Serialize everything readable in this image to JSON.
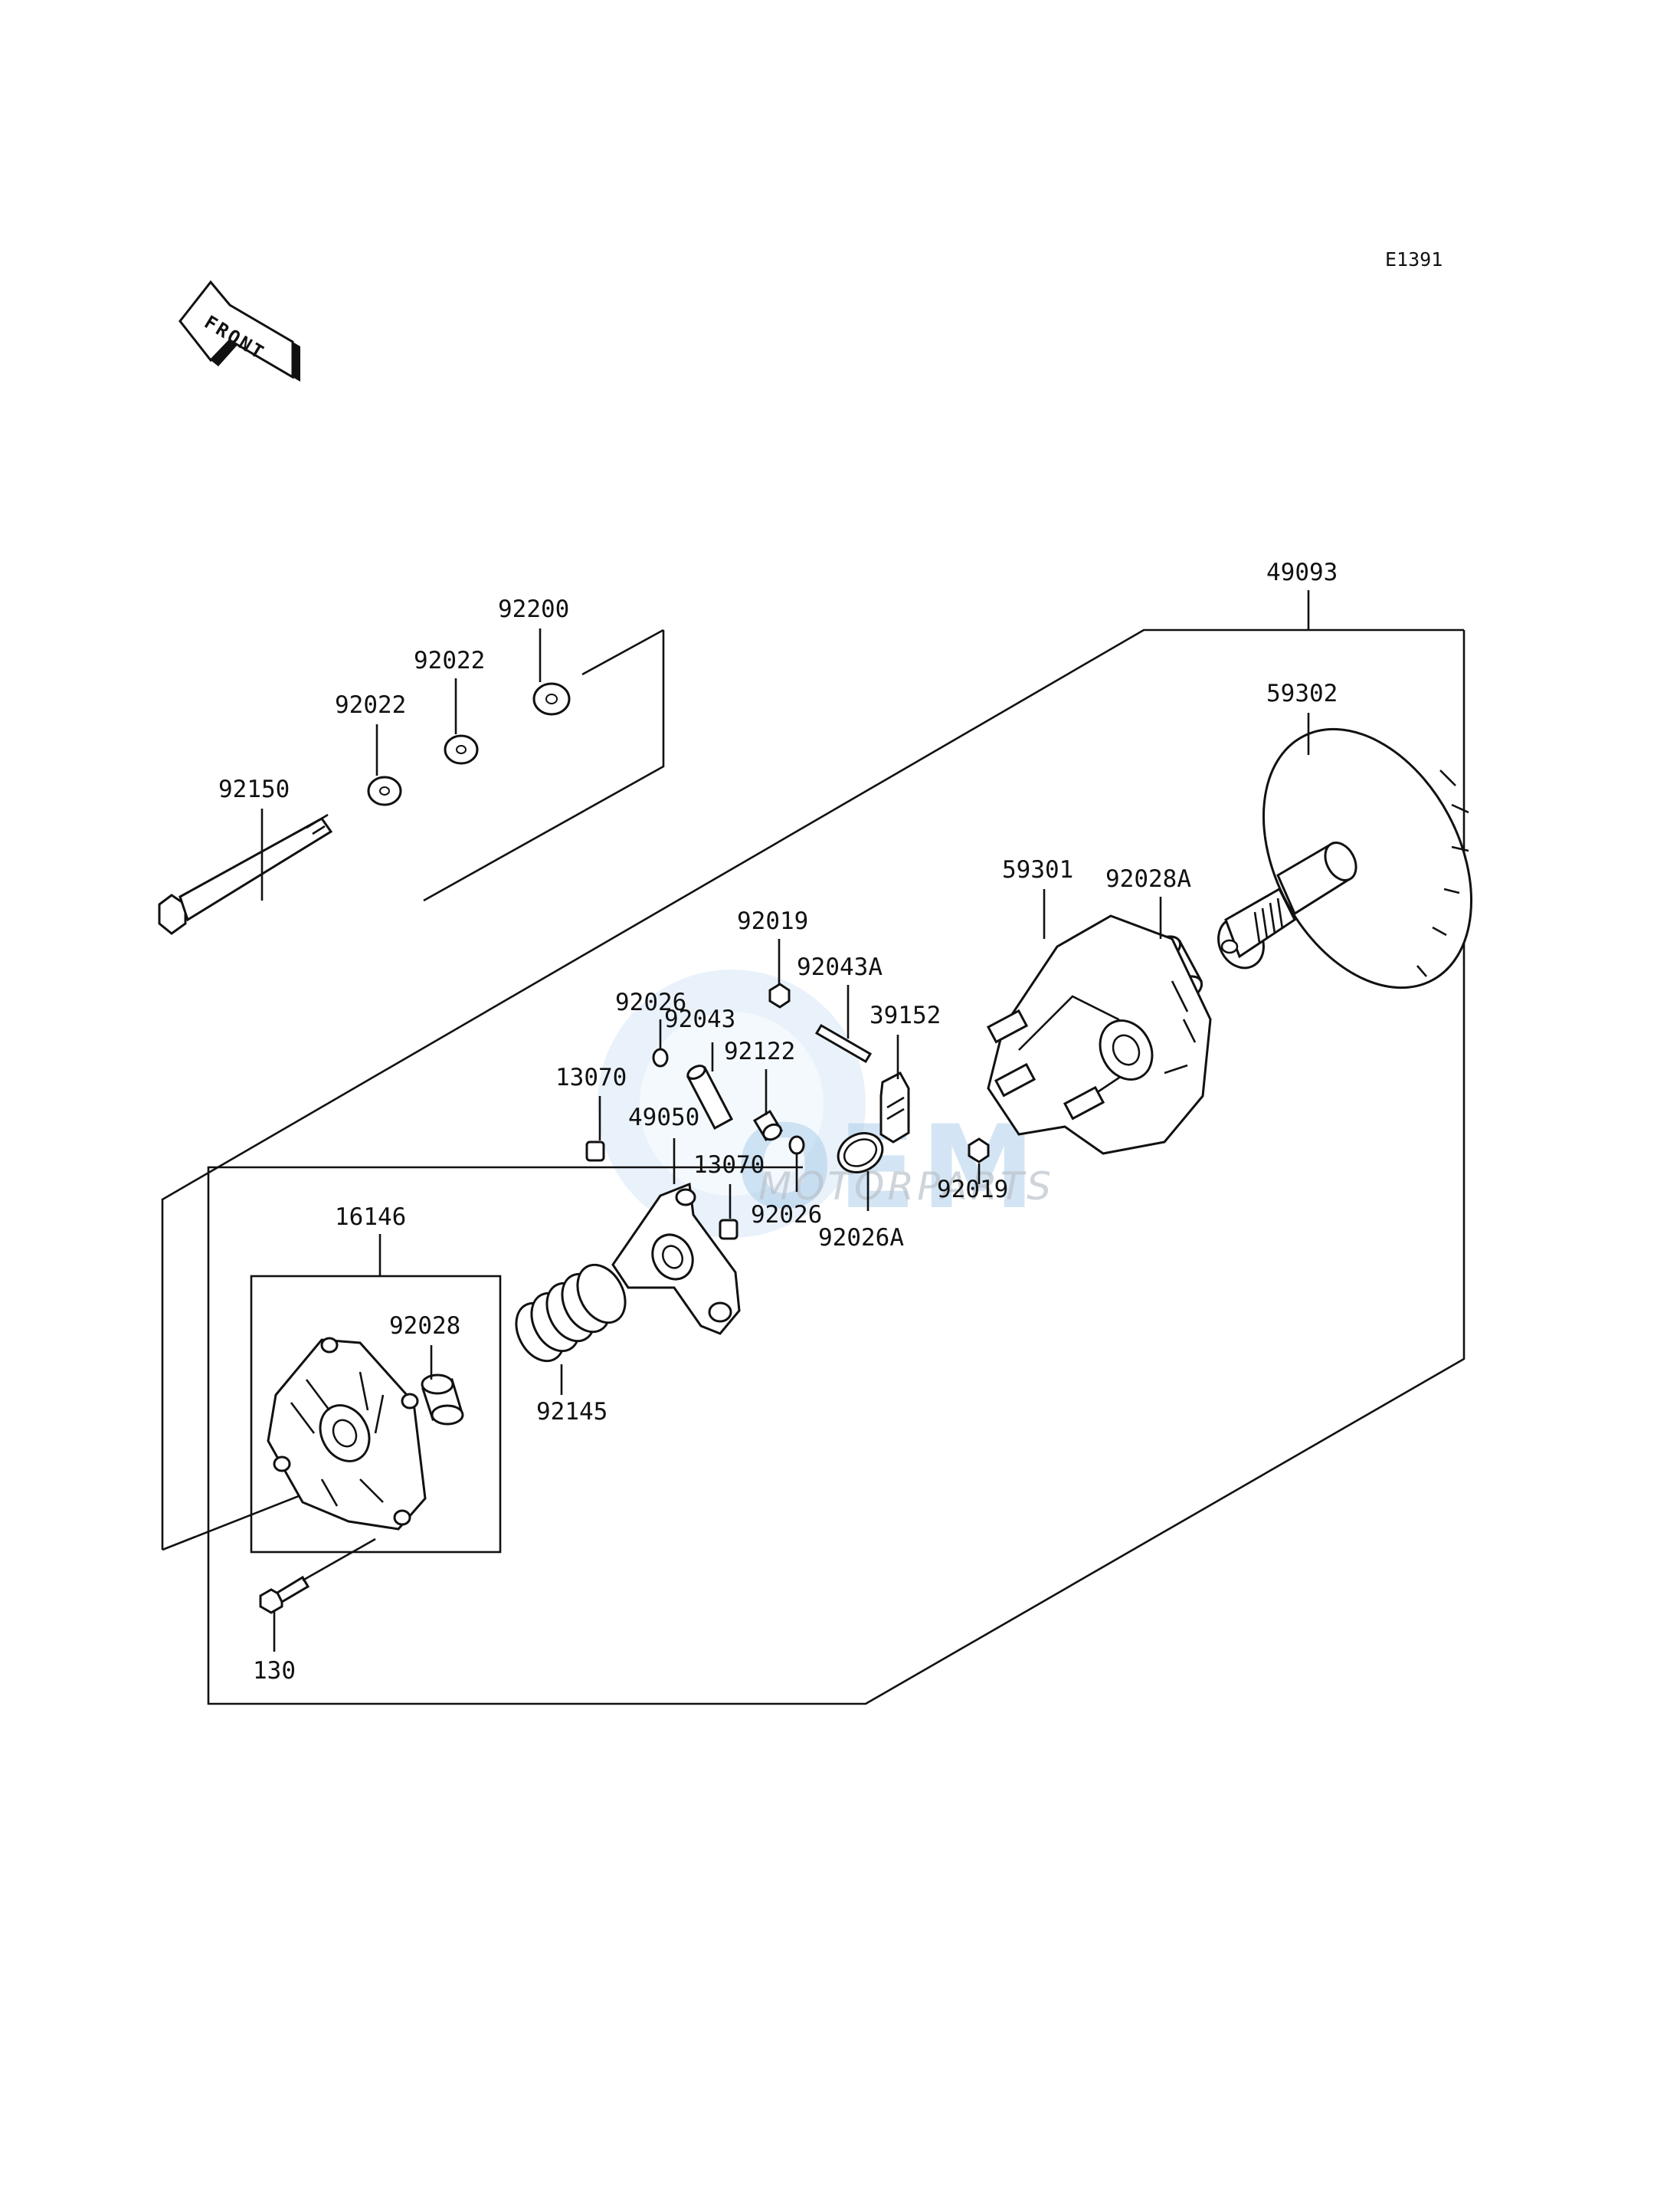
{
  "diagram": {
    "code": "E1391",
    "front_label": "FRONT",
    "watermark": {
      "main": "OEM",
      "sub": "MOTORPARTS"
    }
  },
  "parts": {
    "p49093": "49093",
    "p59302": "59302",
    "p59301": "59301",
    "p92028A": "92028A",
    "p92200": "92200",
    "p92022a": "92022",
    "p92022b": "92022",
    "p92150": "92150",
    "p92019a": "92019",
    "p92043A": "92043A",
    "p92026a": "92026",
    "p92043": "92043",
    "p39152": "39152",
    "p92122": "92122",
    "p13070a": "13070",
    "p49050": "49050",
    "p13070b": "13070",
    "p92019b": "92019",
    "p92026b": "92026",
    "p92026A": "92026A",
    "p16146": "16146",
    "p92028": "92028",
    "p92145": "92145",
    "p130": "130"
  }
}
